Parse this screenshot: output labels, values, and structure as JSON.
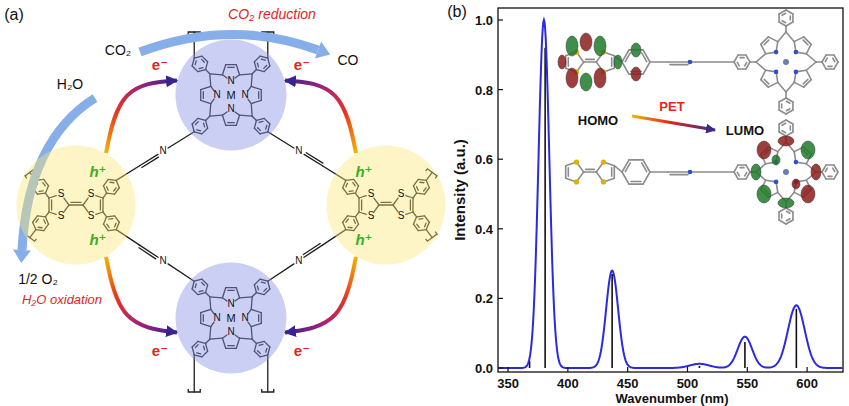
{
  "diagram": {
    "nodes": [
      {
        "text": [
          "N",
          "N",
          "N",
          "N",
          "M"
        ]
      },
      {
        "text": [
          "S",
          "S",
          "S",
          "S",
          "h⁺",
          "h⁺"
        ]
      },
      {
        "text": [
          "S",
          "S",
          "S",
          "S",
          "h⁺",
          "h⁺"
        ]
      },
      {
        "text": [
          "N",
          "N",
          "N",
          "N",
          "M"
        ]
      }
    ],
    "edges": [
      {
        "from": 1,
        "to": 0,
        "arrow": "to",
        "label": "e⁻"
      },
      {
        "from": 2,
        "to": 0,
        "arrow": "to",
        "label": "e⁻"
      },
      {
        "from": 1,
        "to": 3,
        "arrow": "to",
        "label": "e⁻"
      },
      {
        "from": 2,
        "to": 3,
        "arrow": "to",
        "label": "e⁻"
      }
    ],
    "labels": [
      "(a)",
      "CO₂",
      "CO₂ reduction",
      "CO",
      "H₂O",
      "1/2 O₂",
      "H₂O oxidation",
      "N",
      "N",
      "N",
      "N",
      "(b)",
      "HOMO",
      "PET",
      "LUMO",
      "Intensity (a.u.)",
      "Wavenumber (nm)",
      "0.0",
      "0.2",
      "0.4",
      "0.6",
      "0.8",
      "1.0",
      "350",
      "400",
      "450",
      "500",
      "550",
      "600"
    ]
  }
}
